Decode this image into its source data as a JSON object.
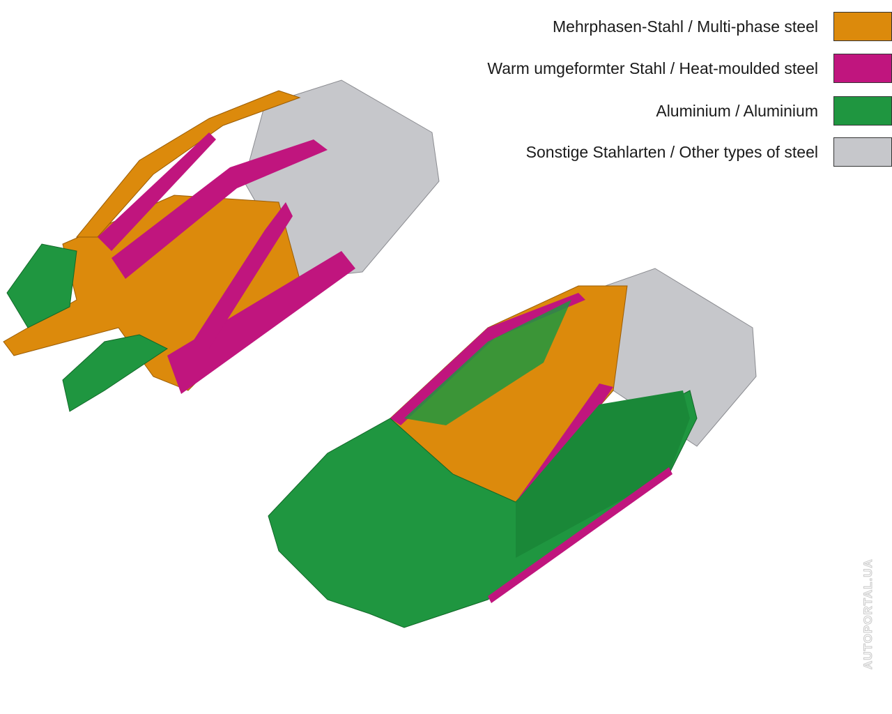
{
  "legend": [
    {
      "label": "Mehrphasen-Stahl / Multi-phase steel",
      "color": "#dc8a0c"
    },
    {
      "label": "Warm umgeformter Stahl / Heat-moulded steel",
      "color": "#c0157e"
    },
    {
      "label": "Aluminium / Aluminium",
      "color": "#1f9640"
    },
    {
      "label": "Sonstige Stahlarten / Other types of steel",
      "color": "#c6c7cb"
    }
  ],
  "watermark": "AUTOPORTAL.UA"
}
